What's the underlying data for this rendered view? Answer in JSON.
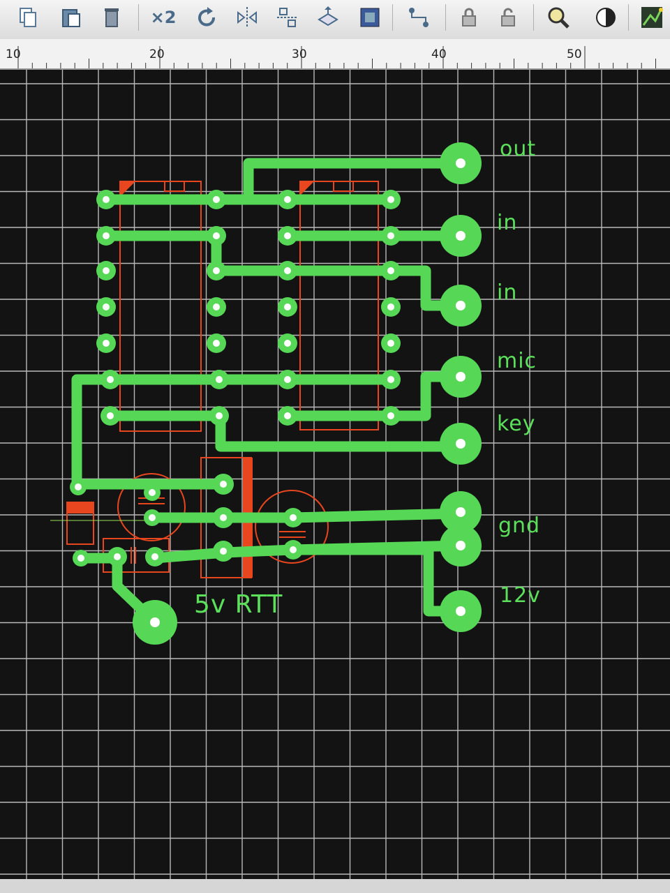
{
  "toolbar": {
    "items": [
      {
        "name": "copy-icon"
      },
      {
        "name": "paste-icon"
      },
      {
        "name": "delete-icon"
      },
      {
        "name": "duplicate-x2-icon",
        "label": "×2"
      },
      {
        "name": "rotate-icon"
      },
      {
        "name": "mirror-horizontal-icon"
      },
      {
        "name": "mirror-vertical-icon"
      },
      {
        "name": "flip-layer-icon"
      },
      {
        "name": "component-icon"
      },
      {
        "name": "route-icon"
      },
      {
        "name": "lock-icon"
      },
      {
        "name": "unlock-icon"
      },
      {
        "name": "zoom-icon"
      },
      {
        "name": "contrast-icon"
      },
      {
        "name": "autoroute-icon"
      }
    ]
  },
  "ruler": {
    "labels": [
      "10",
      "20",
      "30",
      "40",
      "50"
    ]
  },
  "board": {
    "component_label": "5v RTT",
    "connectors": [
      {
        "label": "out"
      },
      {
        "label": "in"
      },
      {
        "label": "in"
      },
      {
        "label": "mic"
      },
      {
        "label": "key"
      },
      {
        "label": "gnd"
      },
      {
        "label": "12v"
      }
    ]
  },
  "colors": {
    "trace": "#56d856",
    "silkscreen": "#e8461f",
    "grid": "#b9b9b9",
    "background": "#131313"
  }
}
